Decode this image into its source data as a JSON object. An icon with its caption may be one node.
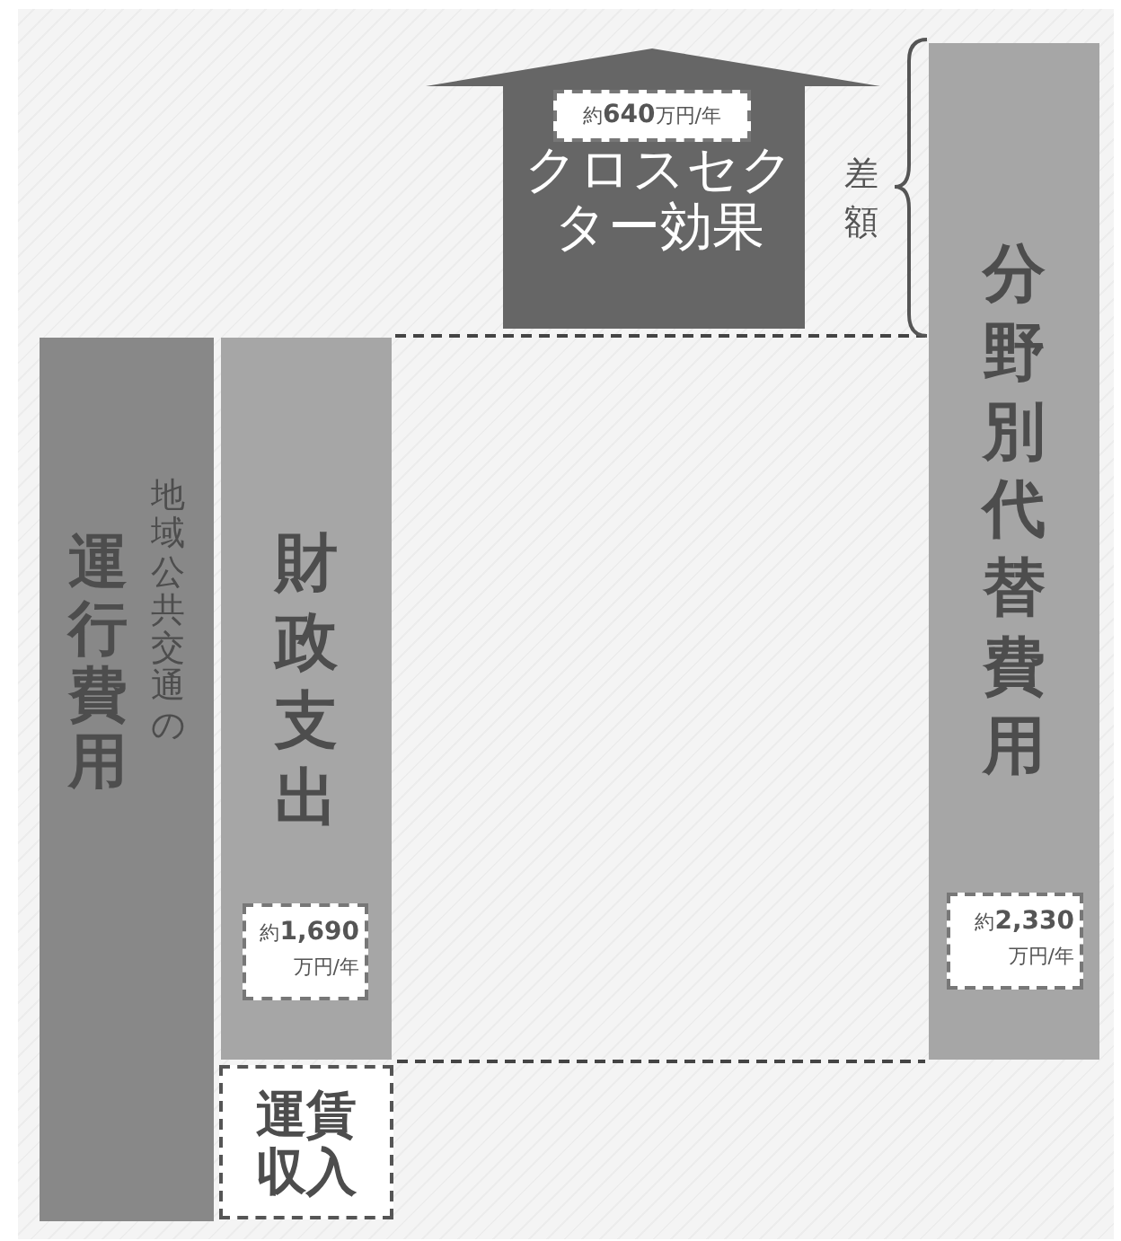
{
  "diagram": {
    "nodes": [
      {
        "text": [
          "運行費用",
          "地域公共交通の"
        ]
      },
      {
        "text": [
          "財政支出"
        ]
      },
      {
        "text": [
          "約**1,690** 万円/年"
        ],
        "in": 1
      },
      {
        "text": [
          "運賃収入"
        ]
      },
      {
        "text": [
          "約**640**万円/年",
          "クロスセクター効果"
        ]
      },
      {
        "text": [
          "分野別代替費用"
        ]
      },
      {
        "text": [
          "約**2,330** 万円/年"
        ],
        "in": 5
      }
    ],
    "edges": [
      {
        "from": 1,
        "to": 5,
        "arrow": "none",
        "style": "dashed"
      },
      {
        "from": 3,
        "to": 5,
        "arrow": "none",
        "style": "dashed"
      }
    ],
    "labels": [
      "差額"
    ]
  }
}
